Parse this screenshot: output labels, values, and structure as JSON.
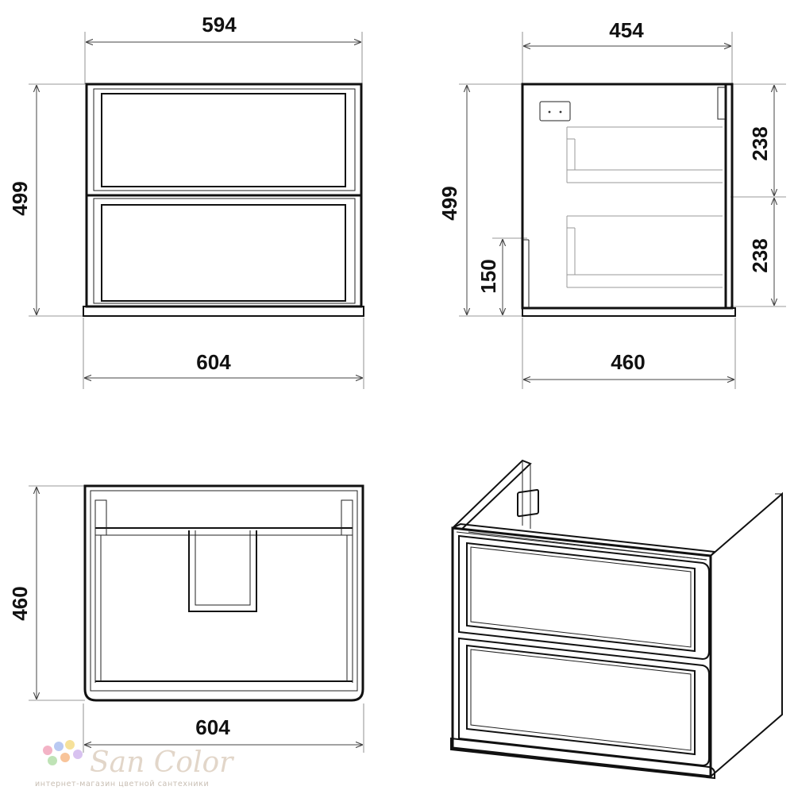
{
  "front_view": {
    "top_width": "594",
    "height": "499",
    "base_width": "604"
  },
  "side_view": {
    "top_depth": "454",
    "height": "499",
    "upper_drawer": "238",
    "lower_drawer": "238",
    "mount_height": "150",
    "base_depth": "460"
  },
  "top_view": {
    "depth": "460",
    "width": "604"
  },
  "watermark": {
    "brand": "San Color",
    "tagline": "интернет-магазин цветной сантехники",
    "dot_colors": [
      "#f3b3c6",
      "#b9c9f2",
      "#f6e19a",
      "#bfe3b6",
      "#f8c49a",
      "#d8c2f0"
    ]
  }
}
